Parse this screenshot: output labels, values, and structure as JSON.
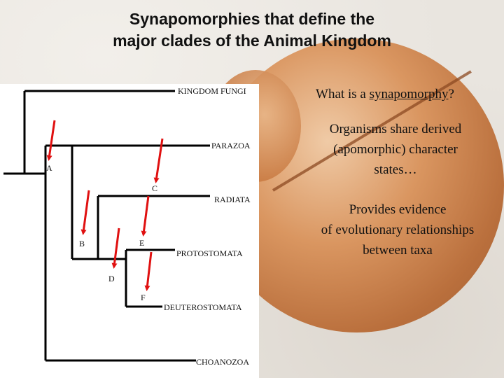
{
  "slide": {
    "title_line1": "Synapomorphies that define the",
    "title_line2": "major clades of the Animal Kingdom"
  },
  "cladogram": {
    "taxa": {
      "kingdom_fungi": "KINGDOM FUNGI",
      "parazoa": "PARAZOA",
      "radiata": "RADIATA",
      "protostomata": "PROTOSTOMATA",
      "deuterostomata": "DEUTEROSTOMATA",
      "choanozoa": "CHOANOZOA"
    },
    "nodes": {
      "a": "A",
      "b": "B",
      "c": "C",
      "d": "D",
      "e": "E",
      "f": "F"
    },
    "arrow_color": "#e01010"
  },
  "text": {
    "question_prefix": "What is a ",
    "question_term": "synapomorphy",
    "question_suffix": "?",
    "definition_line1": "Organisms share derived",
    "definition_line2": "(apomorphic) character",
    "definition_line3": "states…",
    "evidence_line1": "Provides evidence",
    "evidence_line2": "of evolutionary relationships",
    "evidence_line3": "between taxa"
  }
}
